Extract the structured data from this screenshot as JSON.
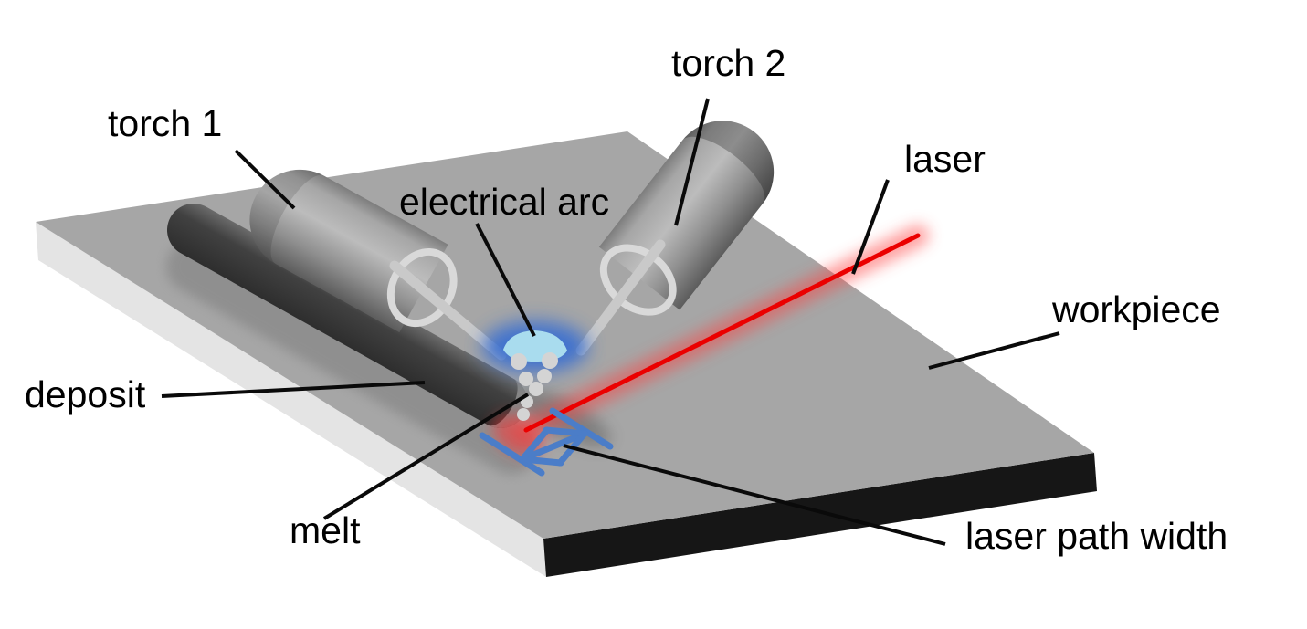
{
  "diagram": {
    "labels": {
      "torch1": "torch 1",
      "torch2": "torch 2",
      "electrical_arc": "electrical arc",
      "laser": "laser",
      "workpiece": "workpiece",
      "deposit": "deposit",
      "melt": "melt",
      "laser_path_width": "laser path width"
    },
    "colors": {
      "laser_red": "#eb0000",
      "laser_glow_red": "#ff4040",
      "arc_fill_lightblue": "#a9dcee",
      "arc_glow_blue": "#3a6fd0",
      "dimension_blue": "#4b7dc8",
      "workpiece_top": "#a6a6a6",
      "workpiece_left_face": "#e4e4e4",
      "workpiece_front_face": "#161616",
      "deposit_dark_gray": "#3d3d3d",
      "deposit_shadow_gray": "#8d8d8d",
      "melt_face_gray": "#858585",
      "droplet_gray": "#d4d4d4",
      "torch_body_gray": "#b0b0b0",
      "wire_gray": "#c9c9c9",
      "pointer_black": "#0a0a0a"
    }
  }
}
